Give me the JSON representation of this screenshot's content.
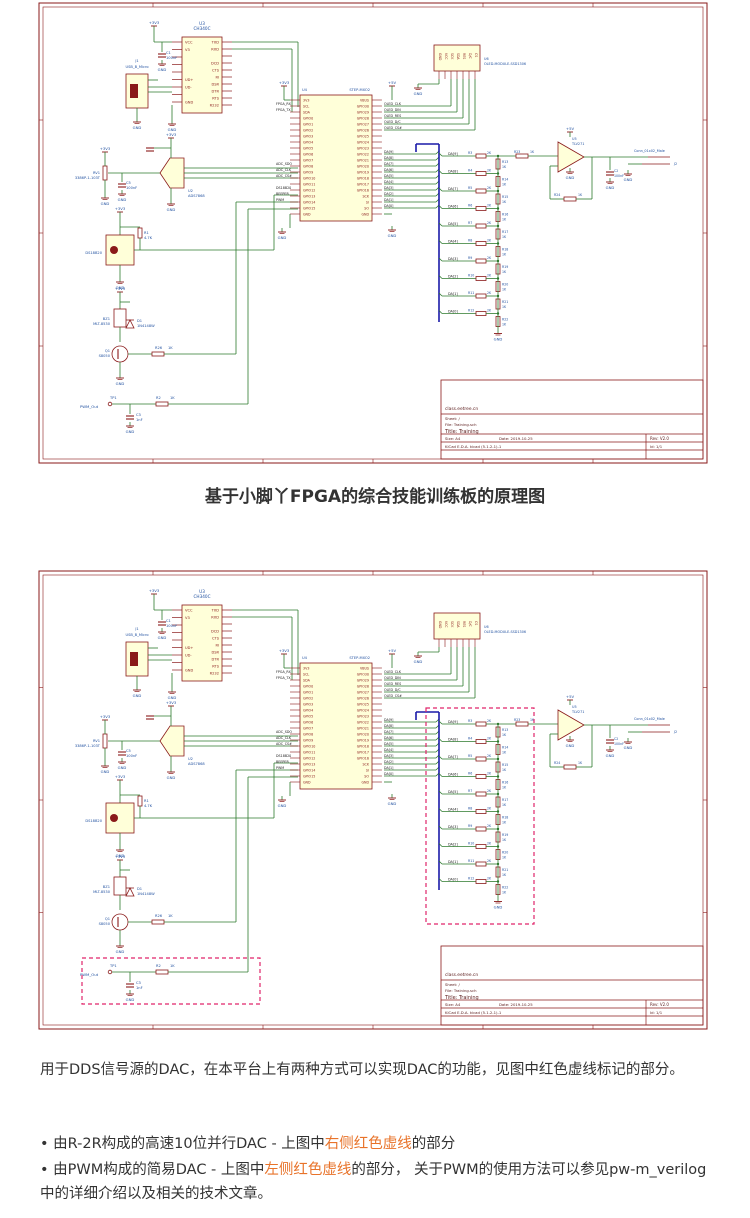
{
  "schematic": {
    "title_block": {
      "company": "class.eetree.cn",
      "sheet": "Sheet: /",
      "file": "File: Training.sch",
      "title": "Title: Training",
      "size": "Size: A4",
      "date": "Date: 2019-10-25",
      "rev": "Rev: V2.0",
      "tool": "KiCad E.D.A.  kicad (5.1.2-1)-1",
      "id": "Id: 1/1"
    },
    "parts": {
      "u3": "U3",
      "u3_val": "CH340C",
      "u4": "U4",
      "u4_val": "STEP-MXO2",
      "u6": "U6",
      "u6_val": "OLED-MODULE-SSD1306",
      "u5": "U5",
      "u5_val": "TLV271",
      "j1": "J1",
      "j1_val": "USB_B_Micro",
      "c1": "C1",
      "c1_val": "100nF",
      "rv1": "RV1",
      "rv1_val": "3386P-1-103T",
      "c5": "C5",
      "c5_val": "100nF",
      "u2": "U2",
      "u2_val": "ADS7868",
      "u1": "U1",
      "u1_val": "DS18B20",
      "r1": "R1",
      "r1_val": "4.7K",
      "bz1": "BZ1",
      "bz1_val": "MLT-8530",
      "d1": "D1",
      "d1_val": "1N4148W",
      "q1": "Q1",
      "q1_val": "S8050",
      "r26": "R26",
      "r26_val": "1K",
      "c3": "C3",
      "c3_val": "1nF",
      "r2": "R2",
      "r2_val": "1K",
      "c2": "C2",
      "c2_val": "100nF",
      "r23": "R23",
      "r23_val": "1K",
      "r24": "R24",
      "r24_val": "1K",
      "conn_label": "Conn_01x02_Male",
      "j2": "J2",
      "tp": "TP1",
      "pwm_out": "PWM_Out"
    },
    "power": {
      "p3v3": "+3V3",
      "p5v": "+5V",
      "gnd": "GND"
    },
    "u4_left_pins": [
      "3V3",
      "SCL",
      "SDA",
      "GPIO0",
      "GPIO1",
      "GPIO2",
      "GPIO3",
      "GPIO4",
      "GPIO5",
      "GPIO6",
      "GPIO7",
      "GPIO8",
      "GPIO9",
      "GPIO10",
      "GPIO11",
      "GPIO12",
      "GPIO13",
      "GPIO14",
      "GPIO15",
      "GND"
    ],
    "u4_right_pins": [
      "VBUS",
      "GPIO30",
      "GPIO29",
      "GPIO28",
      "GPIO27",
      "GPIO26",
      "GPIO25",
      "GPIO24",
      "GPIO23",
      "GPIO22",
      "GPIO21",
      "GPIO20",
      "GPIO19",
      "GPIO18",
      "GPIO17",
      "GPIO16",
      "SCK",
      "SI",
      "SO",
      "GND"
    ],
    "u4_left_nets": [
      "",
      "FPGA_RX",
      "FPGA_TX",
      "",
      "",
      "",
      "",
      "",
      "",
      "",
      "",
      "ADC_SDO",
      "ADC_CLK",
      "ADC_CS#",
      "",
      "DS18B20",
      "BEEPER",
      "PWM",
      "",
      ""
    ],
    "u4_right_nets": [
      "",
      "OLED_CLK",
      "OLED_DIN",
      "OLED_RES",
      "OLED_D/C",
      "OLED_CS#",
      "",
      "",
      "",
      "DA[9]",
      "DA[8]",
      "DA[7]",
      "DA[6]",
      "DA[5]",
      "DA[4]",
      "DA[3]",
      "DA[2]",
      "DA[1]",
      "DA[0]",
      ""
    ],
    "ladder_labels": [
      "DA[9]",
      "DA[8]",
      "DA[7]",
      "DA[6]",
      "DA[5]",
      "DA[4]",
      "DA[3]",
      "DA[2]",
      "DA[1]",
      "DA[0]"
    ],
    "ladder_series": [
      "R3",
      "R4",
      "R5",
      "R6",
      "R7",
      "R8",
      "R9",
      "R10",
      "R11",
      "R12"
    ],
    "ladder_shunt": [
      "R13",
      "R14",
      "R15",
      "R16",
      "R17",
      "R18",
      "R19",
      "R20",
      "R21",
      "R22"
    ],
    "ladder_2k": "2K",
    "ladder_1k": "1K",
    "u3_pins_left": [
      "VCC",
      "V3",
      "",
      "",
      "",
      "UD+",
      "UD-",
      "",
      "GND"
    ],
    "u3_pins_right": [
      "TXD",
      "RXD",
      "",
      "DCD",
      "CTS",
      "RI",
      "DSR",
      "DTR",
      "RTS",
      "R232"
    ],
    "oled_pins": [
      "GND",
      "VCC",
      "SCK",
      "SDA",
      "RES",
      "D/C",
      "CS"
    ]
  },
  "caption": "基于小脚丫FPGA的综合技能训练板的原理图",
  "paragraph": "用于DDS信号源的DAC，在本平台上有两种方式可以实现DAC的功能，见图中红色虚线标记的部分。",
  "bullet1": {
    "prefix": "• 由R-2R构成的高速10位并行DAC - 上图中",
    "highlight": "右侧红色虚线",
    "suffix": "的部分"
  },
  "bullet2": {
    "prefix": "• 由PWM构成的简易DAC - 上图中",
    "highlight": "左侧红色虚线",
    "suffix": "的部分， 关于PWM的使用方法可以参见pw-m_verilog中的详细介绍以及相关的技术文章。"
  },
  "colors": {
    "wire": "#2d7a2d",
    "part": "#8a1a1a",
    "fill": "#ffffd9",
    "text": "#1f4f9f",
    "bus": "#1a1aa8",
    "highlight": "#e8732a",
    "dashed": "#e0246a"
  }
}
